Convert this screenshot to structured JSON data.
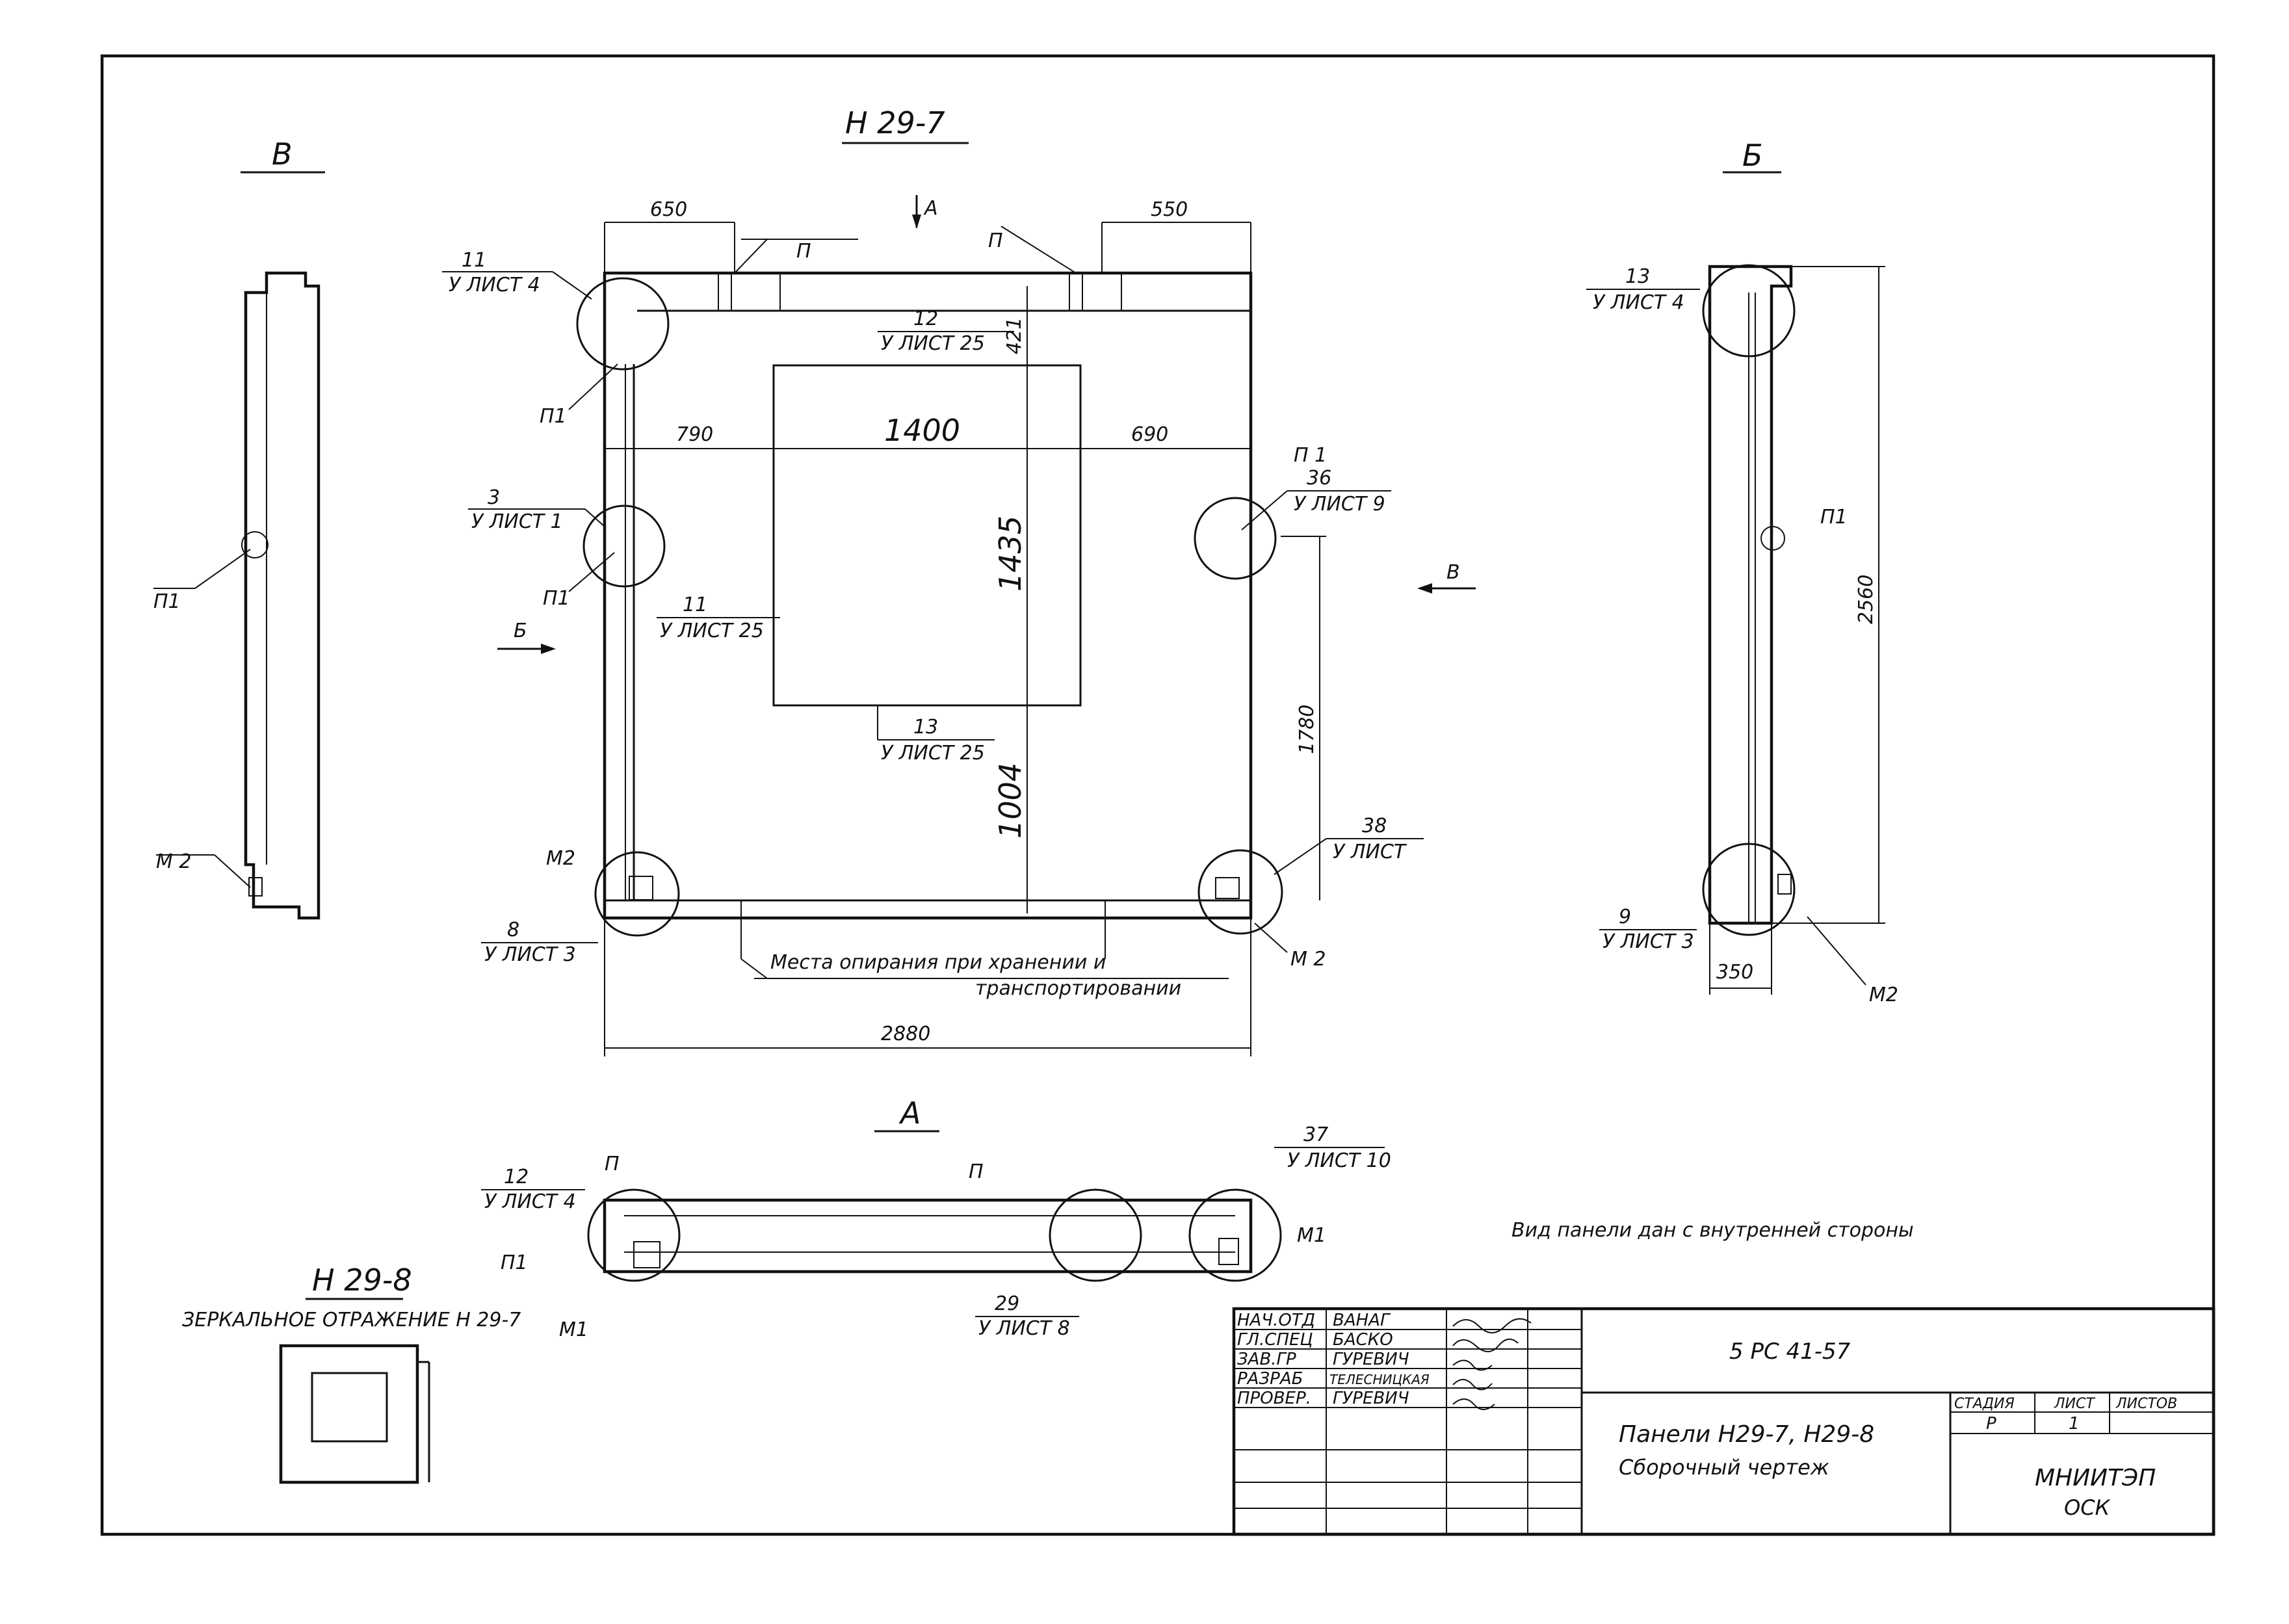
{
  "main_view": {
    "title": "Н 29-7",
    "dims": {
      "top_left": "650",
      "top_right": "550",
      "left": "790",
      "opening_width": "1400",
      "right": "690",
      "opening_height": "1435",
      "top_small": "421",
      "bottom_offset": "1004",
      "side": "1780",
      "total_width": "2880"
    },
    "view_arrow": "А",
    "callouts": [
      {
        "num": "11",
        "sheet": "У ЛИСТ 4"
      },
      {
        "num": "3",
        "sheet": "У ЛИСТ 1"
      },
      {
        "num": "11",
        "sheet": "У ЛИСТ 25"
      },
      {
        "num": "12",
        "sheet": "У ЛИСТ 25"
      },
      {
        "num": "13",
        "sheet": "У ЛИСТ 25"
      },
      {
        "num": "8",
        "sheet": "У ЛИСТ 3"
      },
      {
        "num": "36",
        "sheet": "У ЛИСТ 9"
      },
      {
        "num": "38",
        "sheet": "У ЛИСТ"
      }
    ],
    "marks": {
      "p": "П",
      "p1": "П1",
      "pi": "П 1",
      "m2": "М2",
      "m2b": "М 2"
    },
    "support_note_1": "Места опирания при хранении и",
    "support_note_2": "транспортировании",
    "arrow_b": "Б",
    "arrow_v": "В"
  },
  "view_v": {
    "title": "В",
    "marks": {
      "p1": "П1",
      "m2": "М 2"
    }
  },
  "view_b": {
    "title": "Б",
    "height": "2560",
    "width": "350",
    "callouts": [
      {
        "num": "13",
        "sheet": "У ЛИСТ 4"
      },
      {
        "num": "9",
        "sheet": "У ЛИСТ 3"
      }
    ],
    "marks": {
      "p1": "П1",
      "m2": "М2"
    }
  },
  "view_a": {
    "title": "А",
    "callouts": [
      {
        "num": "12",
        "sheet": "У ЛИСТ 4"
      },
      {
        "num": "37",
        "sheet": "У ЛИСТ 10"
      },
      {
        "num": "29",
        "sheet": "У ЛИСТ 8"
      }
    ],
    "marks": {
      "p": "П",
      "p1": "П1",
      "m1": "М1"
    }
  },
  "mirror": {
    "title": "Н 29-8",
    "note": "ЗЕРКАЛЬНОЕ ОТРАЖЕНИЕ Н 29-7"
  },
  "side_note": "Вид панели дан с внутренней стороны",
  "title_block": {
    "rows": [
      {
        "role": "НАЧ.ОТД",
        "name": "ВАНАГ"
      },
      {
        "role": "ГЛ.СПЕЦ",
        "name": "БАСКО"
      },
      {
        "role": "ЗАВ.ГР",
        "name": "ГУРЕВИЧ"
      },
      {
        "role": "РАЗРАБ",
        "name": "ТЕЛЕСНИЦКАЯ"
      },
      {
        "role": "ПРОВЕР.",
        "name": "ГУРЕВИЧ"
      }
    ],
    "code": "5 РС 41-57",
    "title_line1": "Панели Н29-7, Н29-8",
    "title_line2": "Сборочный чертеж",
    "stage_label": "СТАДИЯ",
    "sheet_label": "ЛИСТ",
    "sheets_label": "ЛИСТОВ",
    "stage": "Р",
    "sheet": "1",
    "org_line1": "МНИИТЭП",
    "org_line2": "ОСК"
  }
}
